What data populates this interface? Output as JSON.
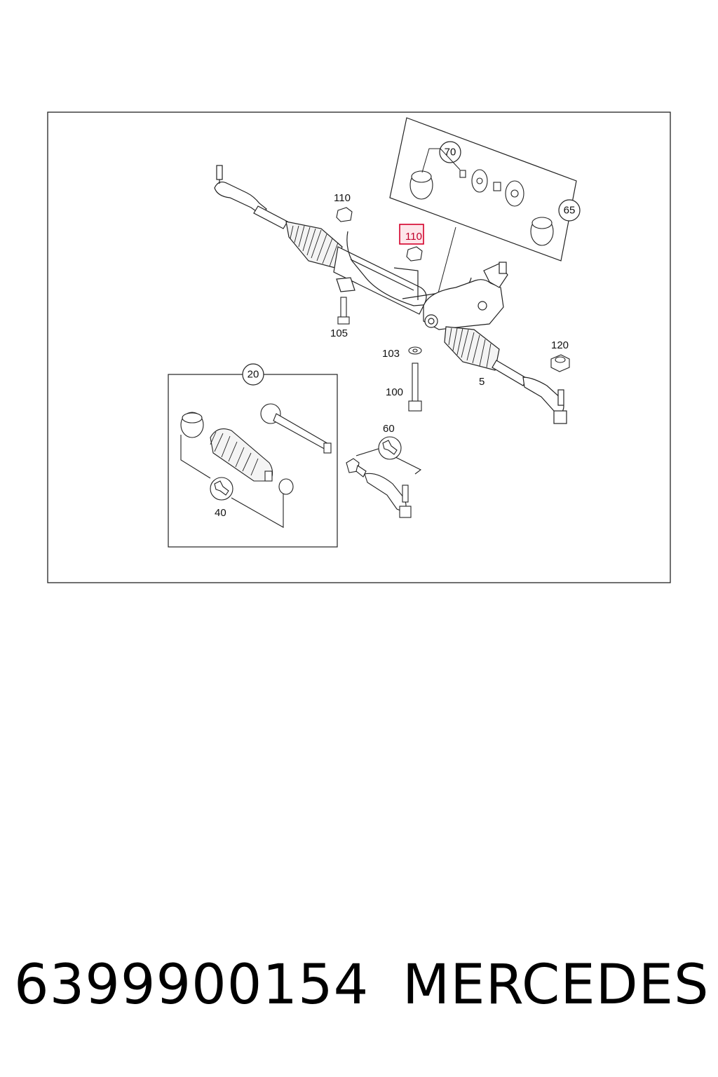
{
  "diagram": {
    "labels": {
      "p5": "5",
      "p20": "20",
      "p40": "40",
      "p60": "60",
      "p65": "65",
      "p70": "70",
      "p100": "100",
      "p103": "103",
      "p105": "105",
      "p110_top": "110",
      "p110_highlight": "110",
      "p120": "120"
    },
    "highlight_color": "#d4002a"
  },
  "footer": {
    "part_number": "6399900154",
    "brand": "MERCEDES"
  }
}
